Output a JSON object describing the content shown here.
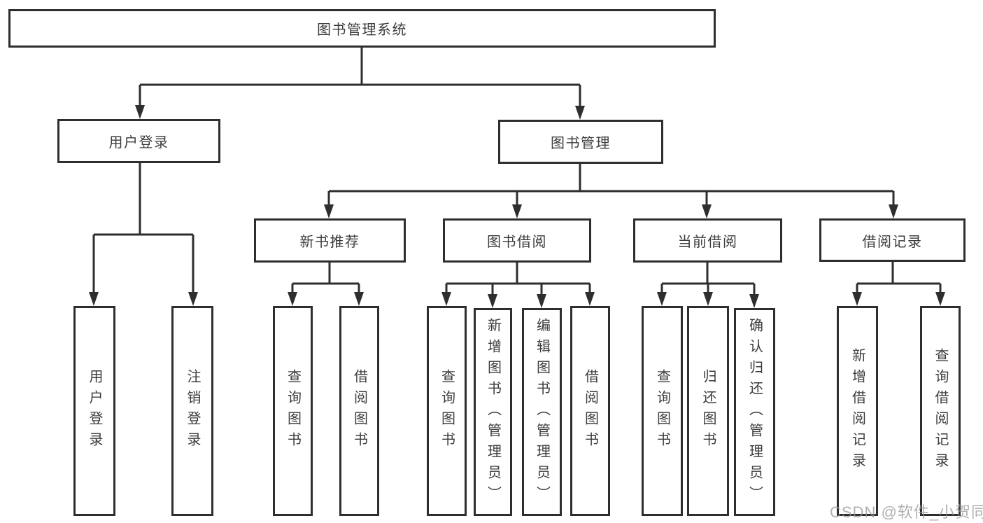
{
  "diagram": {
    "root": {
      "label": "图书管理系统"
    },
    "branches": [
      {
        "label": "用户登录",
        "children": [
          {
            "label": "用户登录"
          },
          {
            "label": "注销登录"
          }
        ]
      },
      {
        "label": "图书管理",
        "children": [
          {
            "label": "新书推荐",
            "children": [
              {
                "label": "查询图书"
              },
              {
                "label": "借阅图书"
              }
            ]
          },
          {
            "label": "图书借阅",
            "children": [
              {
                "label": "查询图书"
              },
              {
                "label": "新增图书（管理员）"
              },
              {
                "label": "编辑图书（管理员）"
              },
              {
                "label": "借阅图书"
              }
            ]
          },
          {
            "label": "当前借阅",
            "children": [
              {
                "label": "查询图书"
              },
              {
                "label": "归还图书"
              },
              {
                "label": "确认归还（管理员）"
              }
            ]
          },
          {
            "label": "借阅记录",
            "children": [
              {
                "label": "新增借阅记录"
              },
              {
                "label": "查询借阅记录"
              }
            ]
          }
        ]
      }
    ],
    "colors": {
      "line": "#2e2e2e",
      "border": "#2e2e2e",
      "text": "#3c3c3c",
      "watermark": "#969696"
    },
    "watermark": "CSDN @软件_小贺同学"
  }
}
